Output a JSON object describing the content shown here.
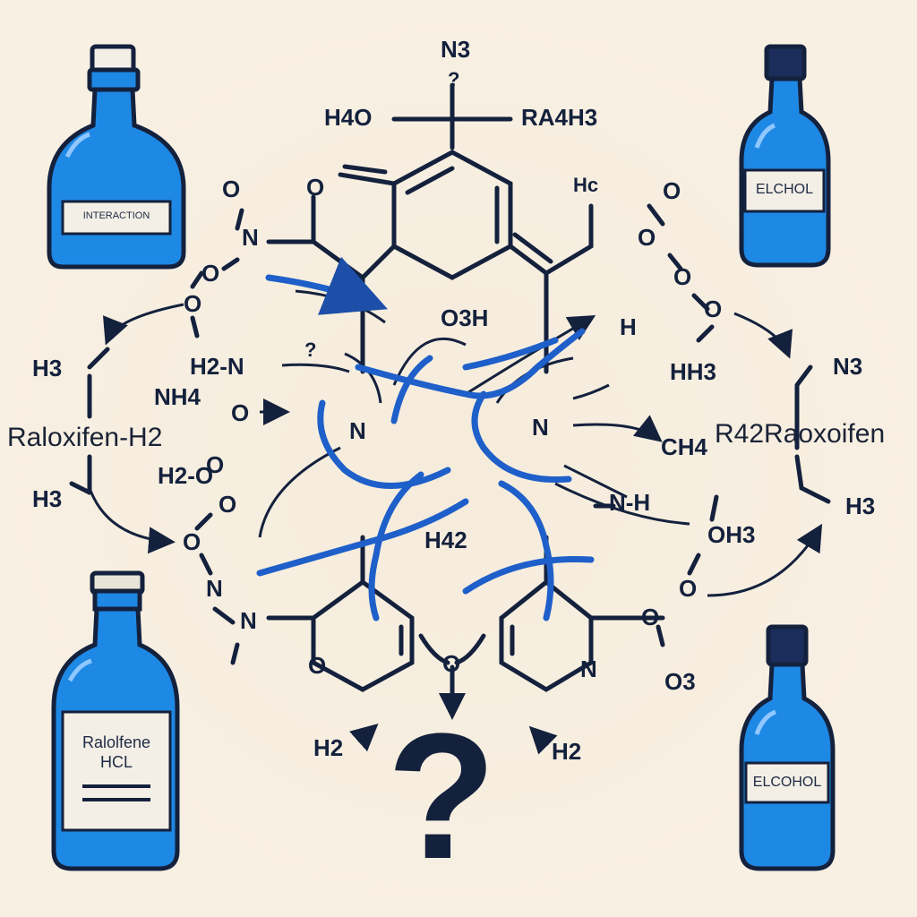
{
  "bottles": {
    "top_left": {
      "label": "INTERACTION"
    },
    "top_right": {
      "label": "ELCHOL"
    },
    "bottom_left": {
      "label_line1": "Ralolfene",
      "label_line2": "HCL"
    },
    "bottom_right": {
      "label": "ELCOHOL"
    }
  },
  "labels": {
    "n3_top": "N3",
    "q_top": "?",
    "h4o": "H4O",
    "ra4h3": "RA4H3",
    "hc": "Hc",
    "h3_left_top": "H3",
    "raloxifen": "Raloxifen-H2",
    "nh4": "NH4",
    "h3_left_bottom": "H3",
    "h2_nh": "H2-N",
    "h2_nq": "?",
    "h2o": "H2-O",
    "o3h": "O3H",
    "h_right": "H",
    "hh3": "HH3",
    "n3_right": "N3",
    "r4_raoxoifen": "R42Raoxoifen",
    "h3_right": "H3",
    "ch4": "CH4",
    "nh": "N-H",
    "o_h3": "OH3",
    "h42": "H42",
    "o3": "O3",
    "h2_bl": "H2",
    "h2_br": "H2",
    "n_center_left": "N",
    "n_center_right": "N",
    "n_left_top": "N",
    "n_left_bottom": "N",
    "n_bottom_ring": "N",
    "o_ring_top": "O",
    "o_ring_bottom": "O",
    "o_l1": "O",
    "o_l2": "O",
    "o_l3": "O",
    "o_l4": "O",
    "o_l5": "O",
    "o_l6": "O",
    "o_l7": "O",
    "o_r1": "O",
    "o_r2": "O",
    "o_r3": "O",
    "o_r4": "O",
    "o_r5": "O",
    "o_r6": "O",
    "o_bottom": "O",
    "question_mark": "?"
  }
}
